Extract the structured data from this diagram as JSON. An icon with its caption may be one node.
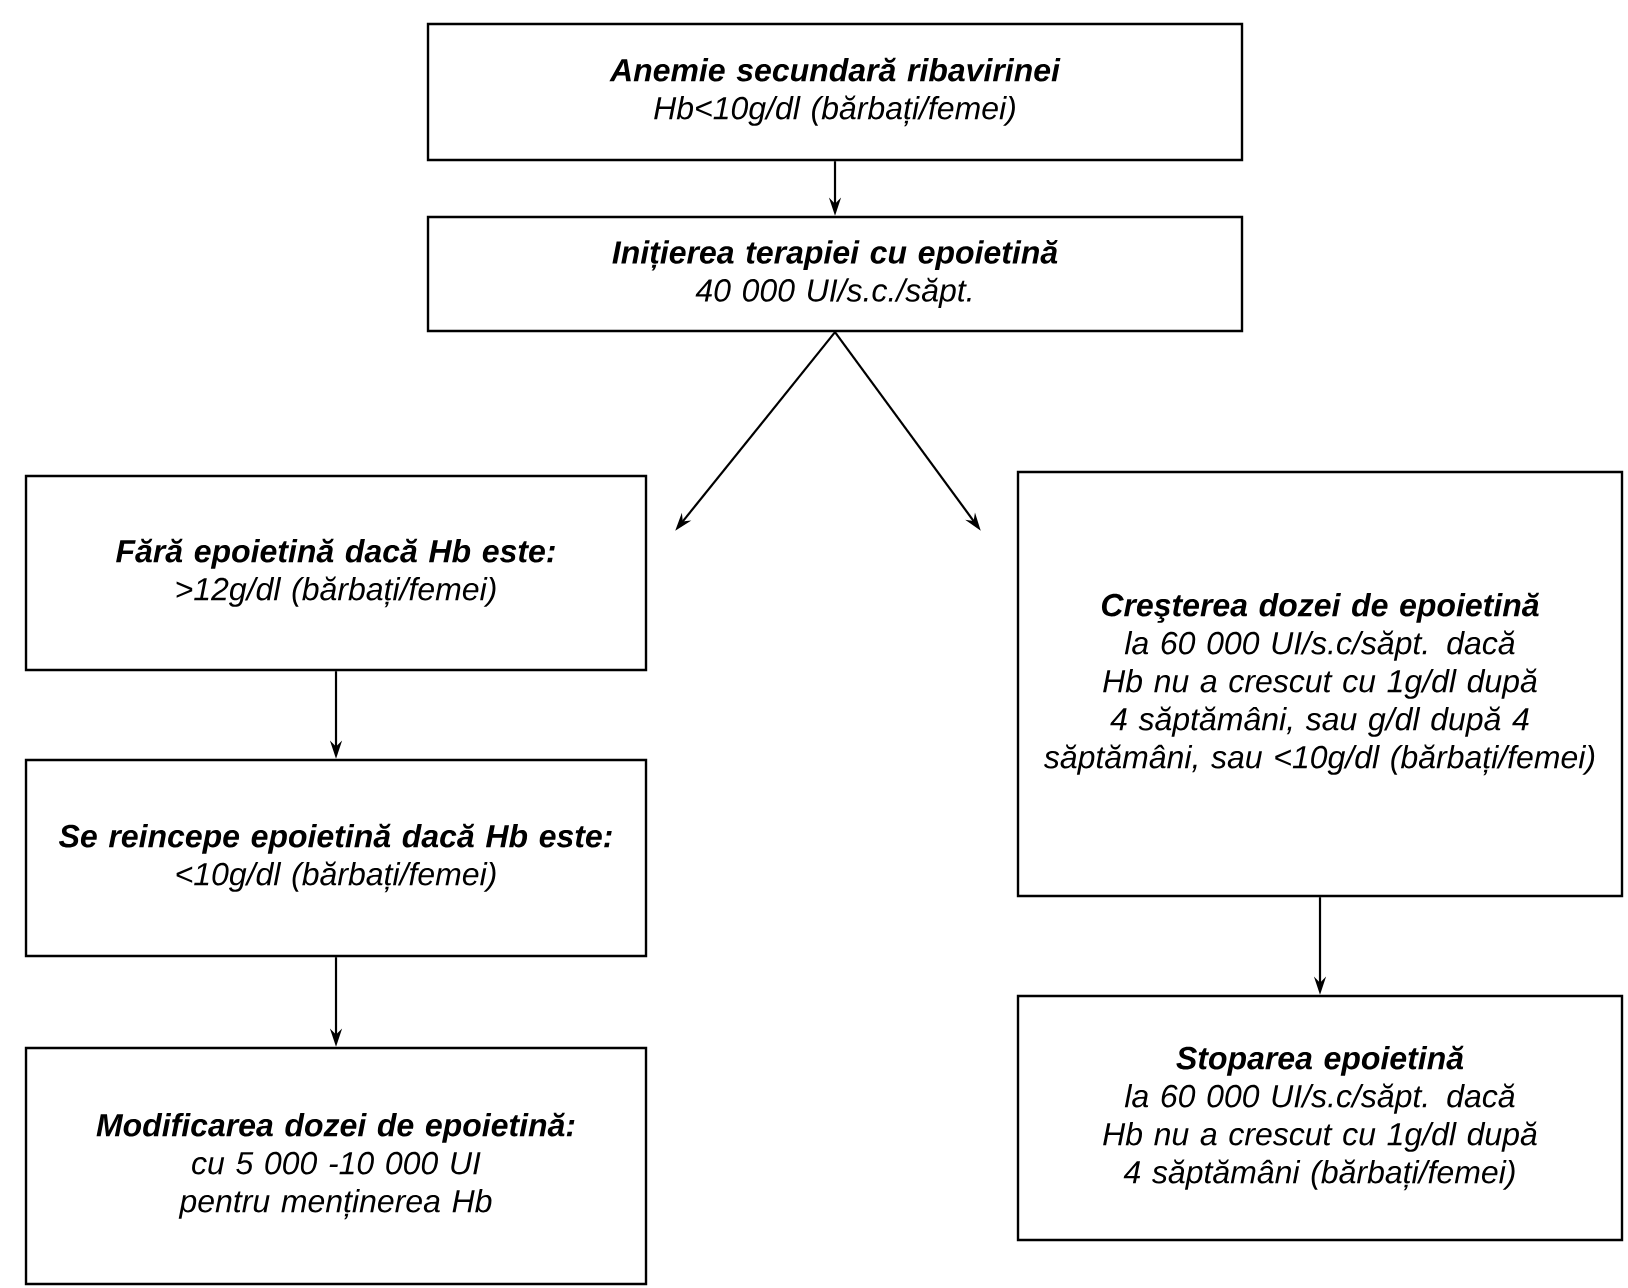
{
  "diagram": {
    "nodes": [
      {
        "text": [
          "Anemie secundară ribavirinei",
          "Hb<10g/dl (bărbați/femei)"
        ]
      },
      {
        "text": [
          "Inițierea terapiei cu epoietină",
          "40 000 UI/s.c./săpt."
        ]
      },
      {
        "text": [
          "Fără epoietină dacă Hb este:",
          ">12g/dl (bărbați/femei)"
        ]
      },
      {
        "text": [
          "Se reincepe epoietină dacă Hb este:",
          "<10g/dl (bărbați/femei)"
        ]
      },
      {
        "text": [
          "Modificarea dozei de epoietină:",
          "cu 5 000 -10 000 UI pentru menținerea Hb"
        ]
      },
      {
        "text": [
          "Creşterea dozei de epoietină",
          "la 60 000 UI/s.c/săpt. dacă Hb nu a crescut cu 1g/dl după 4 săptămâni, sau g/dl după 4 săptămâni, sau <10g/dl (bărbați/femei)"
        ]
      },
      {
        "text": [
          "Stoparea epoietină",
          "la 60 000 UI/s.c/săpt. dacă Hb nu a crescut cu 1g/dl după 4 săptămâni (bărbați/femei)"
        ]
      }
    ],
    "edges": [
      {
        "from": 0,
        "to": 1,
        "arrow": "to"
      },
      {
        "from": 1,
        "to": 2,
        "arrow": "to"
      },
      {
        "from": 1,
        "to": 5,
        "arrow": "to"
      },
      {
        "from": 2,
        "to": 3,
        "arrow": "to"
      },
      {
        "from": 3,
        "to": 4,
        "arrow": "to"
      },
      {
        "from": 5,
        "to": 6,
        "arrow": "to"
      }
    ]
  }
}
